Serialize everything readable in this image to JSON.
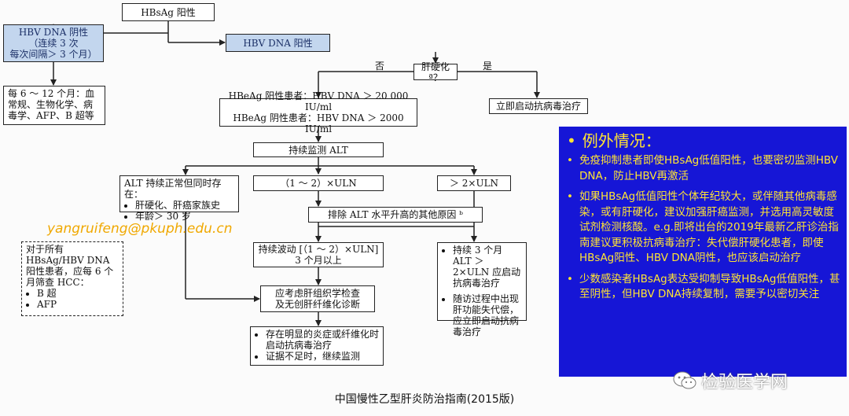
{
  "nodes": {
    "hbsag_pos": "HBsAg 阳性",
    "hbv_neg_title": "HBV DNA 阴性",
    "hbv_neg_sub1": "（连续 3 次",
    "hbv_neg_sub2": "每次间隔＞ 3 个月）",
    "hbv_pos": "HBV DNA 阳性",
    "followup_neg": "每 6 ～ 12 个月：血常规、生物化学、病毒学、AFP、B 超等",
    "cirrhosis_q": "肝硬化 ª？",
    "no": "否",
    "yes": "是",
    "start_treatment_immediate": "立即启动抗病毒治疗",
    "hbeag_pos_line": "HBeAg 阳性患者：HBV DNA ＞ 20 000 IU/ml",
    "hbeag_neg_line": "HBeAg 阴性患者：HBV DNA ＞ 2000 IU/ml",
    "monitor_alt": "持续监测 ALT",
    "alt_normal_title": "ALT 持续正常但同时存在：",
    "alt_normal_items": [
      "肝硬化、肝癌家族史",
      "年龄＞ 30 岁"
    ],
    "alt_1_2": "（1 ～ 2）×ULN",
    "alt_gt2": "＞ 2×ULN",
    "exclude_other": "排除 ALT 水平升高的其他原因 ᵇ",
    "fluct_line1": "持续波动 [（1 ～ 2）×ULN]",
    "fluct_line2": "3 个月以上",
    "biopsy_line1": "应考虑肝组织学检查",
    "biopsy_line2": "及无创肝纤维化诊断",
    "gt2_items": [
      "持续 3 个月 ALT ＞ 2×ULN 应启动抗病毒治疗",
      "随访过程中出现肝功能失代偿，应立即启动抗病毒治疗"
    ],
    "final_items": [
      "存在明显的炎症或纤维化时启动抗病毒治疗",
      "证据不足时，继续监测"
    ],
    "hcc_intro": "对于所有 HBsAg/HBV DNA 阳性患者，应每 6 个月筛查 HCC：",
    "hcc_items": [
      "B 超",
      "AFP"
    ]
  },
  "watermark": "yangruifeng@pkuph.edu.cn",
  "panel": {
    "title": "例外情况：",
    "items": [
      "免疫抑制患者即使HBsAg低值阳性，也要密切监测HBV DNA，防止HBV再激活",
      "如果HBsAg低值阳性个体年纪较大，或伴随其他病毒感染，或有肝硬化，建议加强肝癌监测，并选用高灵敏度试剂检测核酸。e.g.即将出台的2019年最新乙肝诊治指南建议更积极抗病毒治疗：失代偿肝硬化患者，即使HBsAg阳性、HBV DNA阴性，也应该启动治疗",
      "少数感染者HBsAg表达受抑制导致HBsAg低值阳性，甚至阴性，但HBV DNA持续复制，需要予以密切关注"
    ]
  },
  "logo_text": "检验医学网",
  "footer": "中国慢性乙型肝炎防治指南(2015版)",
  "colors": {
    "node_blue": "#c3d6ee",
    "panel_bg": "#1616d6",
    "panel_text": "#ffe433",
    "watermark": "#f0a800"
  }
}
